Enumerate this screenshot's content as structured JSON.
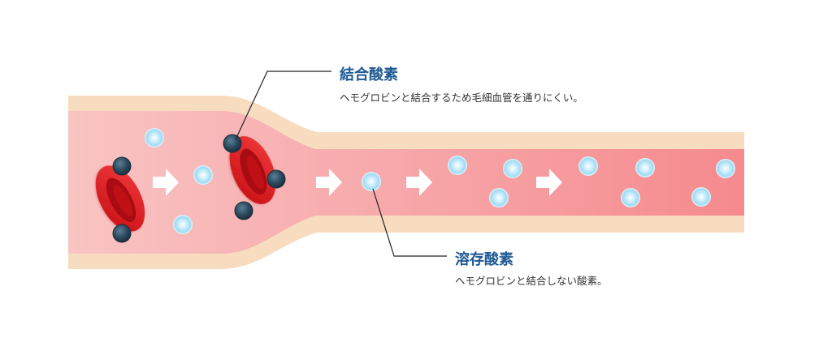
{
  "colors": {
    "vessel_wall": "#f8dcc0",
    "blood_plasma": "#f7a9ab",
    "red_blood_cell": "#e0151b",
    "bound_oxygen": "#2d4a5e",
    "dissolved_oxygen": "#c8ecfb",
    "flow_arrow": "#ffffff",
    "label_title": "#1f5a96",
    "leader_line": "#222222"
  },
  "labels": {
    "bound_oxygen": {
      "title": "結合酸素",
      "description": "ヘモグロビンと結合するため毛細血管を通りにくい。"
    },
    "dissolved_oxygen": {
      "title": "溶存酸素",
      "description": "ヘモグロビンと結合しない酸素。"
    }
  },
  "icons": {
    "red_blood_cell": "red-blood-cell-icon",
    "bound_oxygen": "bound-oxygen-molecule-icon",
    "dissolved_oxygen": "dissolved-oxygen-molecule-icon",
    "flow_arrow": "right-arrow-icon"
  }
}
